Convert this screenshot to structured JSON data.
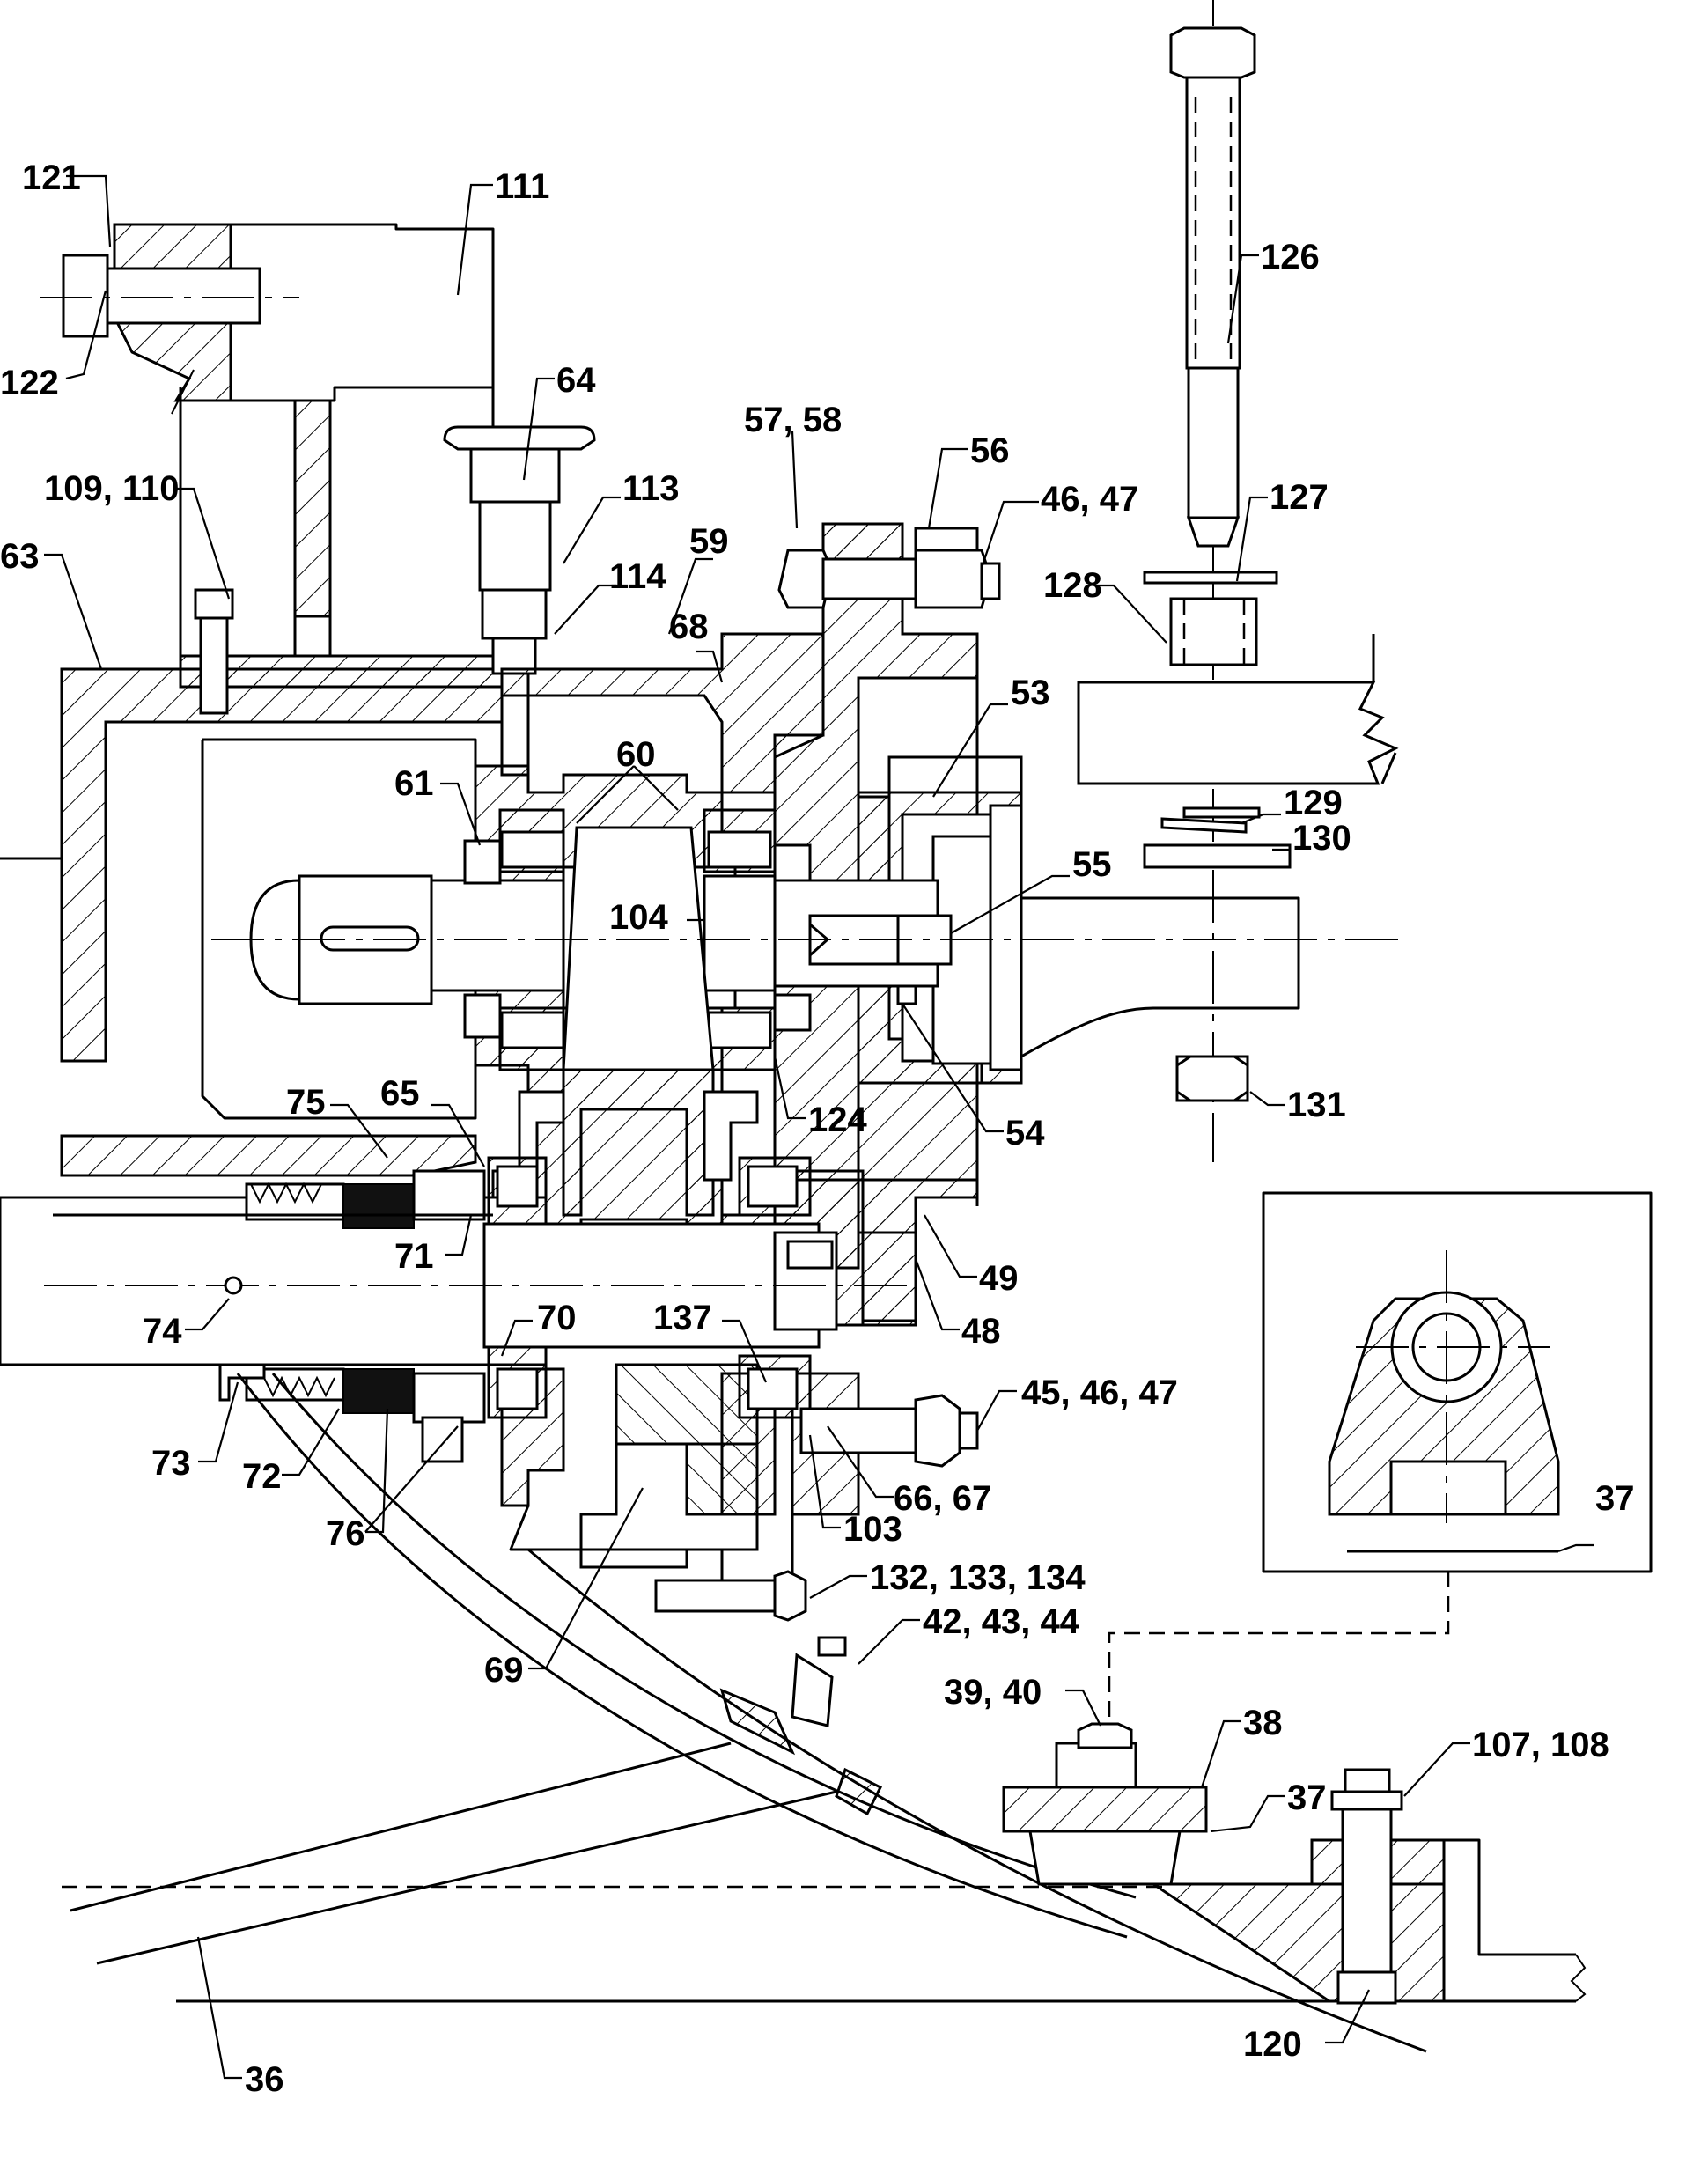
{
  "callouts": [
    {
      "id": "c121",
      "text": "121"
    },
    {
      "id": "c122",
      "text": "122"
    },
    {
      "id": "c111",
      "text": "111"
    },
    {
      "id": "c126",
      "text": "126"
    },
    {
      "id": "c64",
      "text": "64"
    },
    {
      "id": "c57",
      "text": "57, 58"
    },
    {
      "id": "c56",
      "text": "56"
    },
    {
      "id": "c4647a",
      "text": "46, 47"
    },
    {
      "id": "c109",
      "text": "109, 110"
    },
    {
      "id": "c113",
      "text": "113"
    },
    {
      "id": "c127",
      "text": "127"
    },
    {
      "id": "c63",
      "text": "63"
    },
    {
      "id": "c59",
      "text": "59"
    },
    {
      "id": "c114",
      "text": "114"
    },
    {
      "id": "c128",
      "text": "128"
    },
    {
      "id": "c68",
      "text": "68"
    },
    {
      "id": "c53",
      "text": "53"
    },
    {
      "id": "c60",
      "text": "60"
    },
    {
      "id": "c61",
      "text": "61"
    },
    {
      "id": "c129",
      "text": "129"
    },
    {
      "id": "c130",
      "text": "130"
    },
    {
      "id": "c55",
      "text": "55"
    },
    {
      "id": "c104",
      "text": "104"
    },
    {
      "id": "c75",
      "text": "75"
    },
    {
      "id": "c65",
      "text": "65"
    },
    {
      "id": "c131",
      "text": "131"
    },
    {
      "id": "c124",
      "text": "124"
    },
    {
      "id": "c54",
      "text": "54"
    },
    {
      "id": "c71",
      "text": "71"
    },
    {
      "id": "c49",
      "text": "49"
    },
    {
      "id": "c48",
      "text": "48"
    },
    {
      "id": "c74",
      "text": "74"
    },
    {
      "id": "c70",
      "text": "70"
    },
    {
      "id": "c137",
      "text": "137"
    },
    {
      "id": "c454647",
      "text": "45, 46, 47"
    },
    {
      "id": "c73",
      "text": "73"
    },
    {
      "id": "c72",
      "text": "72"
    },
    {
      "id": "c6667",
      "text": "66, 67"
    },
    {
      "id": "c37a",
      "text": "37"
    },
    {
      "id": "c76",
      "text": "76"
    },
    {
      "id": "c103",
      "text": "103"
    },
    {
      "id": "c132",
      "text": "132, 133, 134"
    },
    {
      "id": "c69",
      "text": "69"
    },
    {
      "id": "c424344",
      "text": "42, 43, 44"
    },
    {
      "id": "c3940",
      "text": "39, 40"
    },
    {
      "id": "c38",
      "text": "38"
    },
    {
      "id": "c107",
      "text": "107, 108"
    },
    {
      "id": "c37b",
      "text": "37"
    },
    {
      "id": "c120",
      "text": "120"
    },
    {
      "id": "c36",
      "text": "36"
    }
  ]
}
